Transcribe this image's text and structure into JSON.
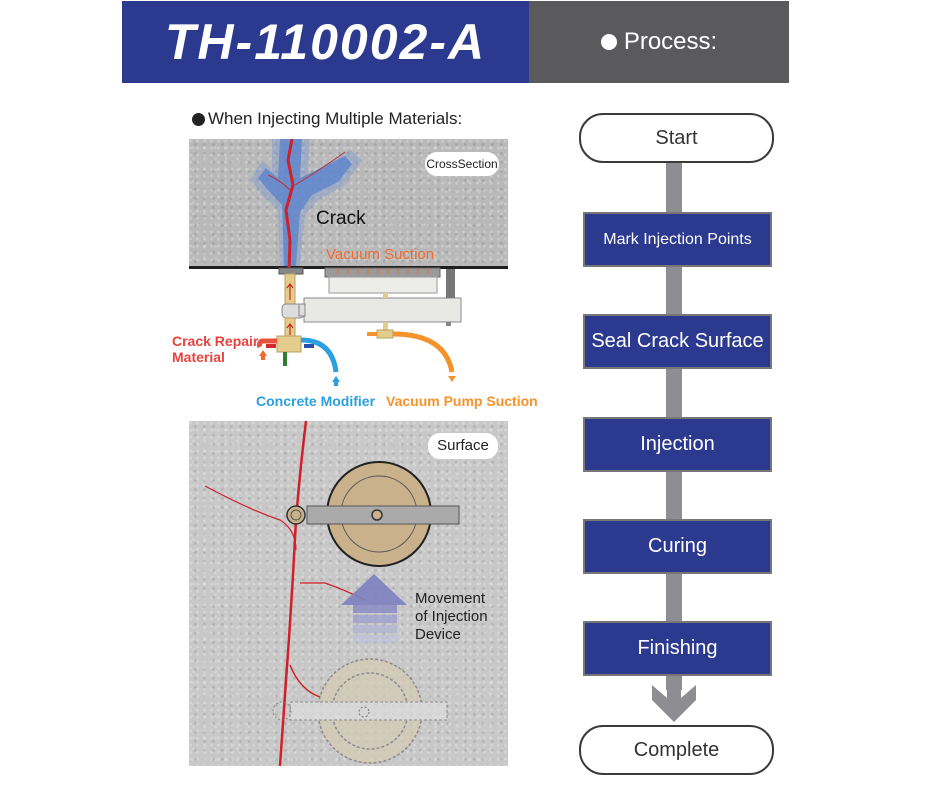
{
  "header": {
    "code": "TH-110002-A",
    "process_label": "Process:",
    "colors": {
      "brand_blue": "#2b3a8f",
      "header_gray": "#5a5a5c"
    }
  },
  "illustration": {
    "section_title": "When Injecting Multiple Materials:",
    "cross_section": {
      "tag": "CrossSection",
      "crack_label": "Crack",
      "vacuum_label": "Vacuum Suction"
    },
    "inputs": {
      "crack_repair": "Crack Repair Material",
      "crack_repair_line1": "Crack Repair",
      "crack_repair_line2": "Material",
      "concrete_modifier": "Concrete Modifier",
      "vacuum_pump": "Vacuum Pump Suction"
    },
    "surface": {
      "tag": "Surface",
      "movement_line1": "Movement",
      "movement_line2": "of Injection",
      "movement_line3": "Device"
    },
    "colors": {
      "crack_red": "#e8423c",
      "modifier_blue": "#2b9fe0",
      "pump_orange": "#f5922a"
    }
  },
  "flowchart": {
    "start": "Start",
    "steps": [
      {
        "label": "Mark Injection Points"
      },
      {
        "label": "Seal Crack Surface"
      },
      {
        "label": "Injection"
      },
      {
        "label": "Curing"
      },
      {
        "label": "Finishing"
      }
    ],
    "end": "Complete"
  }
}
